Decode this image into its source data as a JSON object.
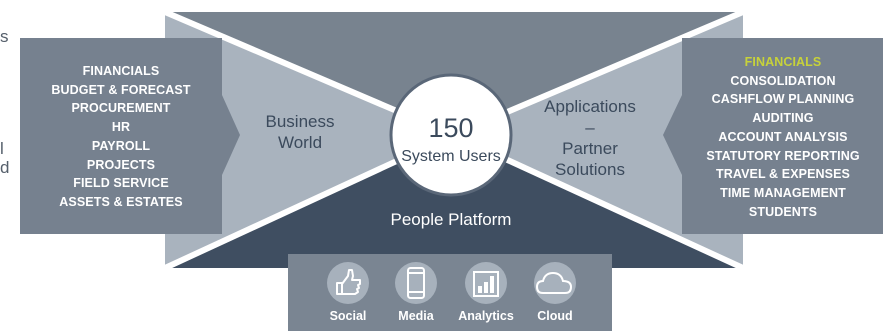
{
  "left_edge_fragments": [
    "s",
    "l",
    "d"
  ],
  "left_panel": {
    "items": [
      "FINANCIALS",
      "BUDGET & FORECAST",
      "PROCUREMENT",
      "HR",
      "PAYROLL",
      "PROJECTS",
      "FIELD SERVICE",
      "ASSETS & ESTATES"
    ]
  },
  "left_region_label": [
    "Business",
    "World"
  ],
  "center": {
    "number": "150",
    "caption": "System Users"
  },
  "right_region_label": [
    "Applications",
    "–",
    "Partner",
    "Solutions"
  ],
  "bottom_region_label": "People Platform",
  "right_panel": {
    "highlighted_item": "FINANCIALS",
    "items": [
      "CONSOLIDATION",
      "CASHFLOW PLANNING",
      "AUDITING",
      "ACCOUNT ANALYSIS",
      "STATUTORY REPORTING",
      "TRAVEL & EXPENSES",
      "TIME MANAGEMENT",
      "STUDENTS"
    ]
  },
  "platform_icons": [
    {
      "label": "Social",
      "icon": "thumbs-up-icon"
    },
    {
      "label": "Media",
      "icon": "smartphone-icon"
    },
    {
      "label": "Analytics",
      "icon": "bar-chart-icon"
    },
    {
      "label": "Cloud",
      "icon": "cloud-icon"
    }
  ],
  "colors": {
    "dark_slate": "#3e4d60",
    "mid_slate": "#6f7c8b",
    "light_slate": "#a3aeba",
    "panel": "#7c8896",
    "highlight": "#c7d23a"
  }
}
